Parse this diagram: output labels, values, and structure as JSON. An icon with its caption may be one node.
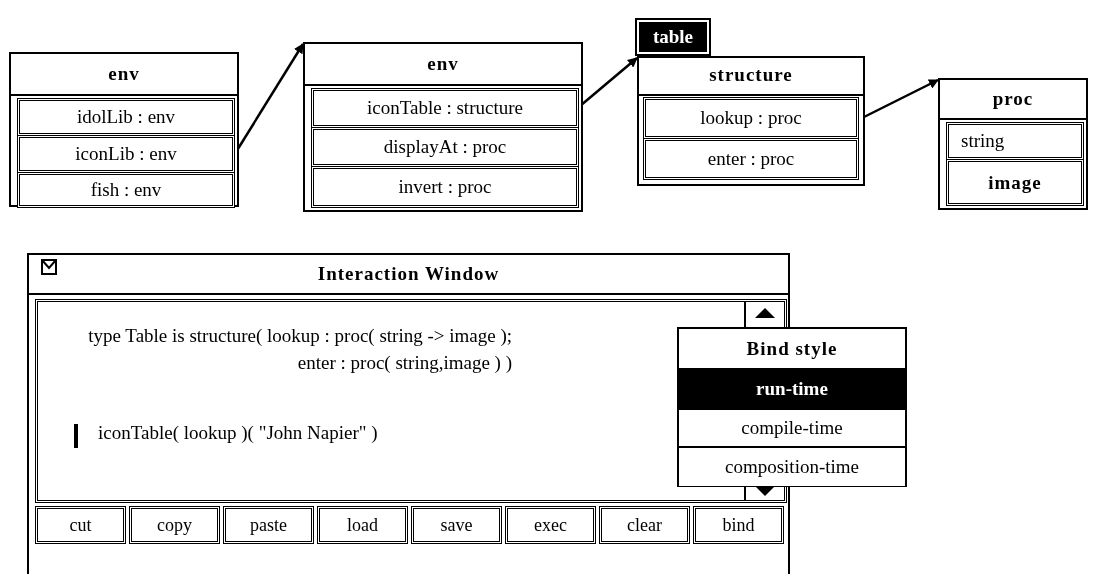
{
  "diagram": {
    "nodes": [
      {
        "text": [
          "env"
        ]
      },
      {
        "text": [
          "idolLib : env"
        ],
        "in": 0
      },
      {
        "text": [
          "iconLib : env"
        ],
        "in": 0
      },
      {
        "text": [
          "fish : env"
        ],
        "in": 0
      },
      {
        "text": [
          "env"
        ]
      },
      {
        "text": [
          "iconTable : structure"
        ],
        "in": 4
      },
      {
        "text": [
          "displayAt : proc"
        ],
        "in": 4
      },
      {
        "text": [
          "invert : proc"
        ],
        "in": 4
      },
      {
        "text": [
          "table",
          "structure"
        ]
      },
      {
        "text": [
          "lookup : proc"
        ],
        "in": 8
      },
      {
        "text": [
          "enter : proc"
        ],
        "in": 8
      },
      {
        "text": [
          "proc"
        ]
      },
      {
        "text": [
          "string"
        ],
        "in": 11
      },
      {
        "text": [
          "image"
        ],
        "in": 11
      },
      {
        "text": [
          "Interaction Window"
        ]
      },
      {
        "text": [
          "type Table is structure( lookup : proc( string -> image ); enter : proc( string,image ) )",
          "iconTable( lookup )( \"John Napier\" )"
        ],
        "in": 14
      },
      {
        "text": [
          "Bind style"
        ]
      },
      {
        "text": [
          "run-time"
        ],
        "in": 16
      },
      {
        "text": [
          "compile-time"
        ],
        "in": 16
      },
      {
        "text": [
          "composition-time"
        ],
        "in": 16
      },
      {
        "text": [
          "cut"
        ],
        "in": 14
      },
      {
        "text": [
          "copy"
        ],
        "in": 14
      },
      {
        "text": [
          "paste"
        ],
        "in": 14
      },
      {
        "text": [
          "load"
        ],
        "in": 14
      },
      {
        "text": [
          "save"
        ],
        "in": 14
      },
      {
        "text": [
          "exec"
        ],
        "in": 14
      },
      {
        "text": [
          "clear"
        ],
        "in": 14
      },
      {
        "text": [
          "bind"
        ],
        "in": 14
      }
    ],
    "edges": [
      {
        "from": 2,
        "to": 4,
        "arrow": "to"
      },
      {
        "from": 5,
        "to": 8,
        "arrow": "to"
      },
      {
        "from": 9,
        "to": 11,
        "arrow": "to"
      }
    ]
  }
}
